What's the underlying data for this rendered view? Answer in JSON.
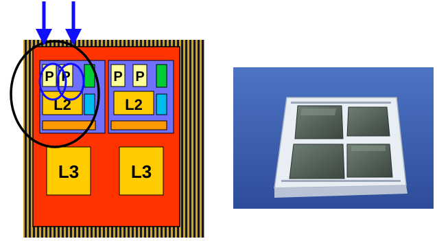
{
  "colors": {
    "pin_stripe": "#1a1a1a",
    "pin_gold": "#d4a020",
    "die_background": "#ff3300",
    "chip_fill": "#7070ff",
    "core_fill": "#ffff99",
    "l2_fill": "#ffcc00",
    "l3_fill": "#ffcc00",
    "green_unit": "#00cc33",
    "cyan_unit": "#00bbee",
    "arrow_blue": "#1010ff",
    "circle_outline": "#000000",
    "photo_background": "#3a5cb0"
  },
  "icons": {
    "arrow": "down-arrow-icon",
    "highlight": "ellipse-outline-icon"
  },
  "chip_left": {
    "core_1_label": "P",
    "core_2_label": "P",
    "l2_label": "L2"
  },
  "chip_right": {
    "core_1_label": "P",
    "core_2_label": "P",
    "l2_label": "L2"
  },
  "l3_left_label": "L3",
  "l3_right_label": "L3"
}
